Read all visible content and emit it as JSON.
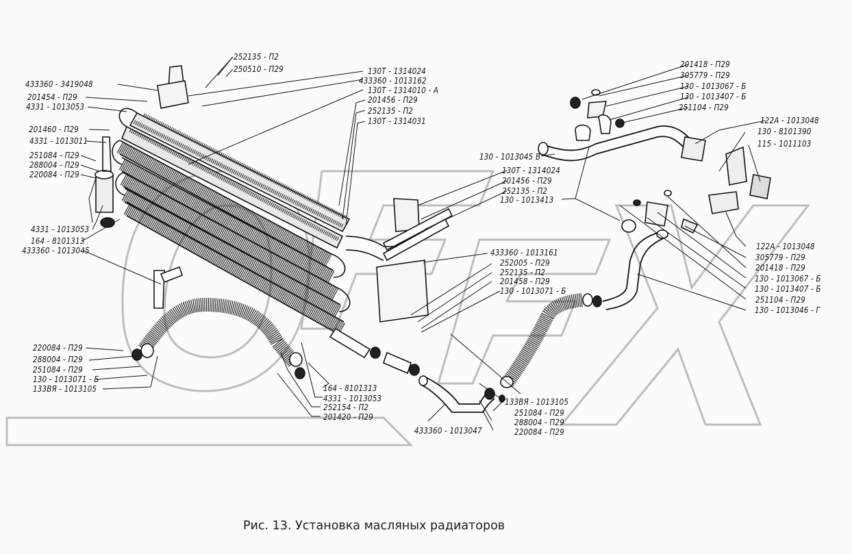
{
  "caption": "Рис. 13. Установка масляных радиаторов",
  "watermark_text": "OPEX",
  "ink_color": "#111111",
  "watermark_color": "#b8b8b8",
  "labels": {
    "top_left": [
      "252135 - П2",
      "250510 - П29",
      "433360 - 3419048",
      "201454 - П29",
      "4331 - 1013053",
      "201460 - П29",
      "4331 - 1013011"
    ],
    "top_center": [
      "130Т - 1314024",
      "433360 - 1013162",
      "130Т - 1314010 - А",
      "201456 - П29",
      "252135 - П2",
      "130Т - 1314031"
    ],
    "left_mid": [
      "251084 - П29",
      "288004 - П29",
      "220084 - П29",
      "4331 - 1013053",
      "164 - 8101313",
      "433360 - 1013045"
    ],
    "bottom_left": [
      "220084 - П29",
      "288004 - П29",
      "251084 - П29",
      "130 - 1013071 - Б",
      "133ВЯ - 1013105"
    ],
    "bottom_center": [
      "164 - 8101313",
      "4331 - 1013053",
      "252154 - П2",
      "201420 - П29"
    ],
    "bottom_right_center": [
      "133ВЯ - 1013105",
      "251084 - П29",
      "288004 - П29",
      "220084 - П29",
      "433360 - 1013047"
    ],
    "center_mid": [
      "433360 - 1013161",
      "252005 - П29",
      "252135 - П2",
      "201458 - П29",
      "130 - 1013071 - Б"
    ],
    "center_upper": [
      "130 - 1013045 В",
      "130Т - 1314024",
      "201456 - П29",
      "252135 - П2",
      "130 - 1013413"
    ],
    "top_right": [
      "201418 - П29",
      "305779 - П29",
      "130 - 1013067 - Б",
      "130 - 1013407 - Б",
      "251104 - П29",
      "122А - 1013048",
      "130 - 8101390",
      "115 - 1011103"
    ],
    "right_mid": [
      "122А - 1013048",
      "305779 - П29",
      "201418 - П29",
      "130 - 1013067 - Б",
      "130 - 1013407 - Б",
      "251104 - П29",
      "130 - 1013046 - Г"
    ]
  }
}
